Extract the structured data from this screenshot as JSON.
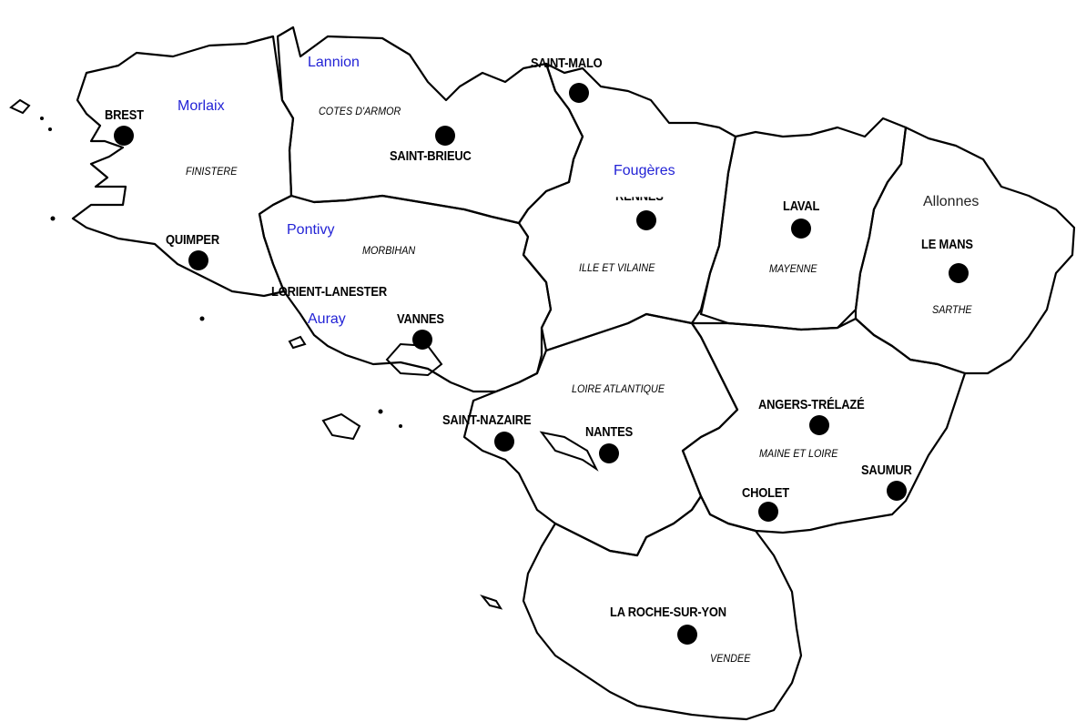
{
  "colors": {
    "ink": "#000000",
    "annotation": "#2323d6",
    "annotation_plain": "#222222",
    "background": "#ffffff"
  },
  "cities": {
    "brest": "BREST",
    "quimper": "QUIMPER",
    "lorient": "LORIENT-LANESTER",
    "vannes": "VANNES",
    "saint_brieuc": "SAINT-BRIEUC",
    "saint_malo": "SAINT-MALO",
    "rennes": "RENNES",
    "laval": "LAVAL",
    "le_mans": "LE MANS",
    "saint_nazaire": "SAINT-NAZAIRE",
    "nantes": "NANTES",
    "angers": "ANGERS-TRÉLAZÉ",
    "saumur": "SAUMUR",
    "cholet": "CHOLET",
    "la_roche": "LA ROCHE-SUR-YON"
  },
  "departments": {
    "finistere": "FINISTERE",
    "cotes_darmor": "COTES D'ARMOR",
    "morbihan": "MORBIHAN",
    "ille_et_vilaine": "ILLE ET VILAINE",
    "mayenne": "MAYENNE",
    "sarthe": "SARTHE",
    "loire_atlantique": "LOIRE ATLANTIQUE",
    "maine_et_loire": "MAINE ET LOIRE",
    "vendee": "VENDEE"
  },
  "annotations": {
    "lannion": "Lannion",
    "morlaix": "Morlaix",
    "pontivy": "Pontivy",
    "auray": "Auray",
    "fougeres": "Fougères",
    "allonnes": "Allonnes"
  }
}
